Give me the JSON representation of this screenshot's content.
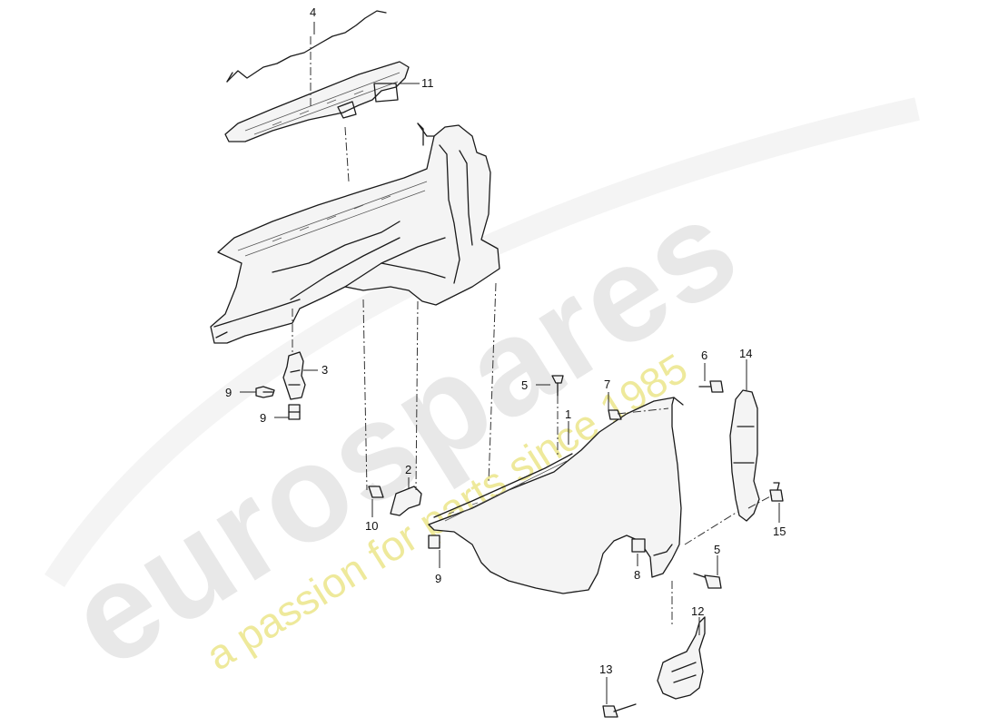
{
  "watermark": {
    "brand": "eurospares",
    "tagline": "a passion for parts since 1985",
    "brand_color": "#d6d6d6",
    "tagline_color": "#e8e27a"
  },
  "callouts": [
    {
      "id": "c4",
      "label": "4"
    },
    {
      "id": "c11",
      "label": "11"
    },
    {
      "id": "c3",
      "label": "3"
    },
    {
      "id": "c9a",
      "label": "9"
    },
    {
      "id": "c9b",
      "label": "9"
    },
    {
      "id": "c5a",
      "label": "5"
    },
    {
      "id": "c6",
      "label": "6"
    },
    {
      "id": "c7",
      "label": "7"
    },
    {
      "id": "c1",
      "label": "1"
    },
    {
      "id": "c14",
      "label": "14"
    },
    {
      "id": "c2",
      "label": "2"
    },
    {
      "id": "c10",
      "label": "10"
    },
    {
      "id": "c9c",
      "label": "9"
    },
    {
      "id": "c15",
      "label": "15"
    },
    {
      "id": "c5b",
      "label": "5"
    },
    {
      "id": "c8",
      "label": "8"
    },
    {
      "id": "c12",
      "label": "12"
    },
    {
      "id": "c13",
      "label": "13"
    }
  ]
}
